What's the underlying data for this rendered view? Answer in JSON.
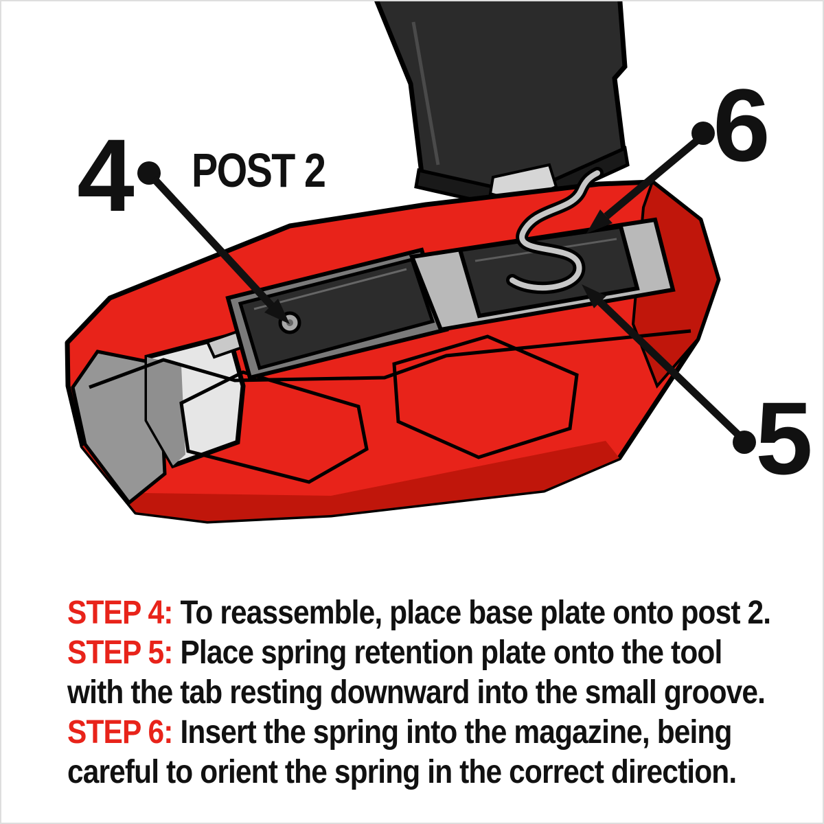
{
  "colors": {
    "red": "#e8231a",
    "red_shadow": "#c0160b",
    "ink": "#111111",
    "metal_gray": "#b9b9b9",
    "plate_dark": "#2c2c2c",
    "mag_dark": "#2b2b2b",
    "spring_gray": "#c7c7c7",
    "hole_gray": "#e6e6e6",
    "pillar_gray": "#969696",
    "silver": "#d6d6d6",
    "page_border": "#dedede"
  },
  "callouts": {
    "n4": "4",
    "post_label": "POST 2",
    "n6": "6",
    "n5": "5"
  },
  "diagram_parts": {
    "magazine": "magazine",
    "tool_body": "reassembly tool body",
    "base_plate": "base plate",
    "post": "post 2",
    "retention_plate": "spring retention plate",
    "spring": "magazine spring"
  },
  "instructions": {
    "segments": [
      {
        "text": "STEP 4:",
        "style": "step"
      },
      {
        "text": " To reassemble, place base plate onto post 2. ",
        "style": "body"
      },
      {
        "text": "STEP 5:",
        "style": "step"
      },
      {
        "text": " Place spring retention plate onto the tool with the tab resting downward into the small groove. ",
        "style": "body"
      },
      {
        "text": "STEP 6:",
        "style": "step"
      },
      {
        "text": " Insert the spring into the magazine, being careful to orient the spring in the correct direction.",
        "style": "body"
      }
    ]
  }
}
